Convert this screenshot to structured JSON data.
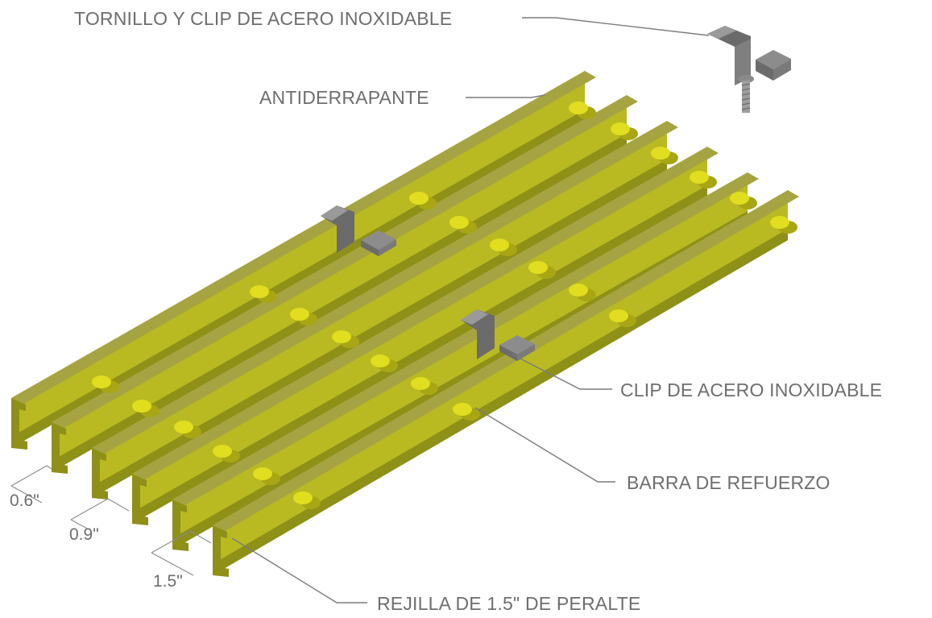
{
  "labels": {
    "bolt_clip": "TORNILLO Y CLIP DE ACERO INOXIDABLE",
    "antiskid": "ANTIDERRAPANTE",
    "clip": "CLIP DE ACERO INOXIDABLE",
    "reinforcing_bar": "BARRA DE REFUERZO",
    "grating_depth": "REJILLA DE 1.5\" DE PERALTE"
  },
  "dimensions": {
    "gap": "0.6\"",
    "pitch": "0.9\"",
    "depth": "1.5\""
  },
  "colors": {
    "bar_top": "#a6a442",
    "bar_side": "#b9ba21",
    "bar_shadow": "#8e9018",
    "rod": "#e1dd1f",
    "rod_dark": "#a8a614",
    "clip": "#8c8c8c",
    "clip_dark": "#6b6b6b",
    "text": "#6d6e70"
  }
}
